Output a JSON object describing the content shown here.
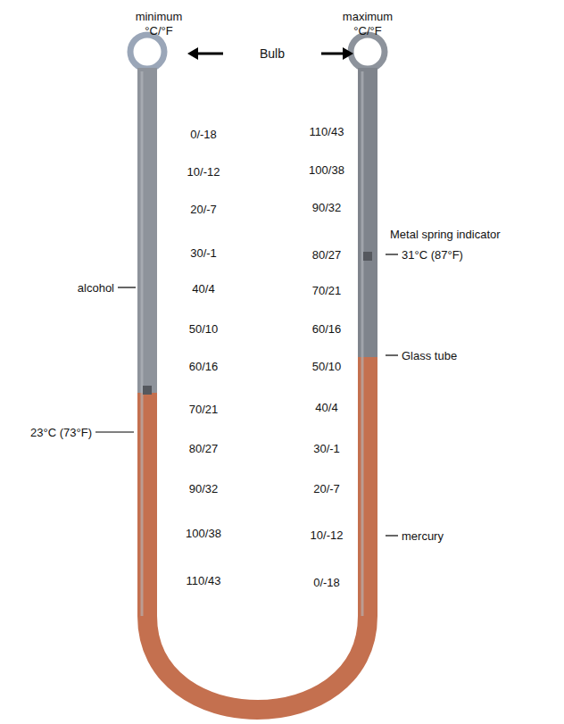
{
  "diagram": {
    "labels": [
      "minimum",
      "°C/°F",
      "maximum",
      "°C/°F",
      "Bulb",
      "0/-18",
      "10/-12",
      "20/-7",
      "30/-1",
      "40/4",
      "50/10",
      "60/16",
      "70/21",
      "80/27",
      "90/32",
      "100/38",
      "110/43",
      "110/43",
      "100/38",
      "90/32",
      "80/27",
      "70/21",
      "60/16",
      "50/10",
      "40/4",
      "30/-1",
      "20/-7",
      "10/-12",
      "0/-18",
      "Metal spring indicator",
      "31°C (87°F)",
      "alcohol",
      "23°C (73°F)",
      "Glass tube",
      "mercury"
    ]
  }
}
